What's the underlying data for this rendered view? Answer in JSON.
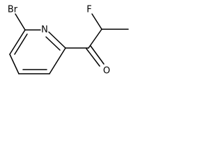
{
  "molecule": {
    "atoms": {
      "br": "Br",
      "n": "N",
      "f": "F",
      "o": "O"
    }
  }
}
